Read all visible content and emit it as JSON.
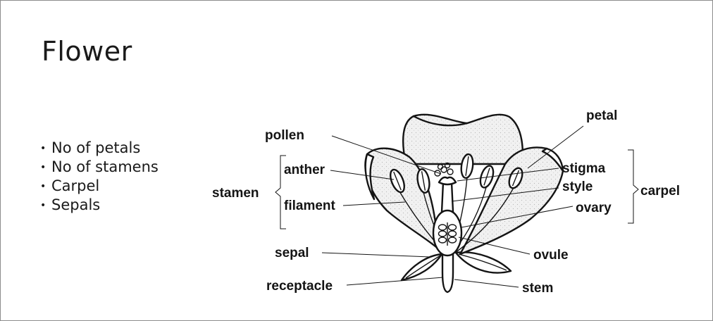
{
  "slide": {
    "title": "Flower",
    "bullets": [
      "No of petals",
      "No of stamens",
      "Carpel",
      "Sepals"
    ]
  },
  "diagram": {
    "labels": {
      "pollen": "pollen",
      "petal": "petal",
      "anther": "anther",
      "stamen": "stamen",
      "filament": "filament",
      "stigma": "stigma",
      "style": "style",
      "carpel": "carpel",
      "ovary": "ovary",
      "sepal": "sepal",
      "ovule": "ovule",
      "receptacle": "receptacle",
      "stem": "stem"
    }
  }
}
